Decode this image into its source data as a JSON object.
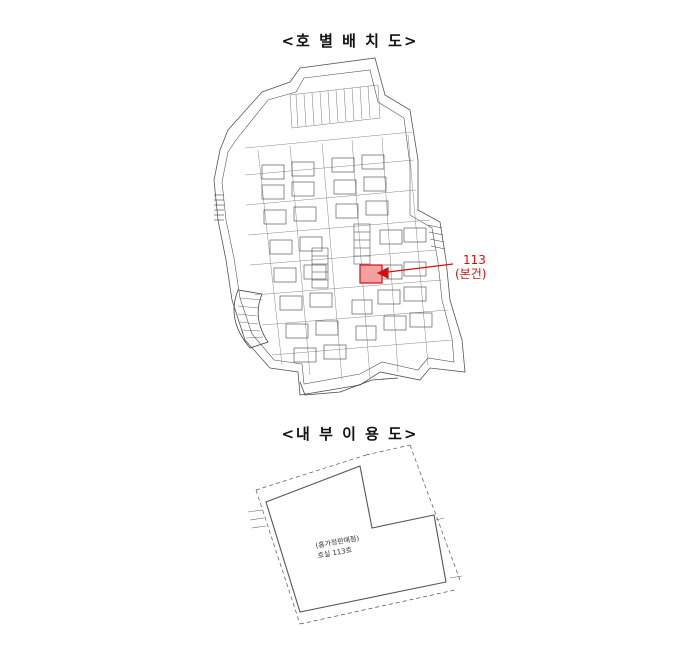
{
  "titles": {
    "top": "<호 별 배 치 도>",
    "bottom": "<내 부 이 용 도>"
  },
  "annotation": {
    "unit_number": "113",
    "unit_note": "(본건)",
    "color": "#d01010"
  },
  "unit_plan": {
    "label_line1": "(홈가정판매점)",
    "label_line2": "호실 113호"
  },
  "colors": {
    "line": "#555555",
    "highlight_fill": "#f4a0a0"
  }
}
